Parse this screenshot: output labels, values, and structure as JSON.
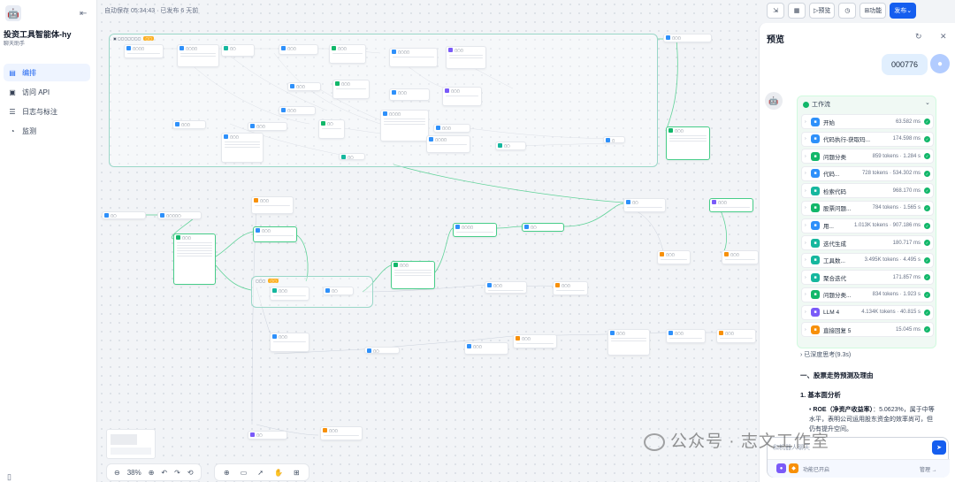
{
  "sidebar": {
    "app_name": "投资工具智能体-hy",
    "app_type": "聊天助手",
    "items": [
      {
        "label": "编排",
        "icon": "workflow-icon",
        "active": true
      },
      {
        "label": "访问 API",
        "icon": "api-icon",
        "active": false
      },
      {
        "label": "日志与标注",
        "icon": "logs-icon",
        "active": false
      },
      {
        "label": "监测",
        "icon": "monitor-icon",
        "active": false
      }
    ]
  },
  "canvas": {
    "autosave": "自动保存 05:34:43 · 已发布 6 天前",
    "zoom": "38%"
  },
  "topbar": {
    "preview_label": "预览",
    "features_label": "功能",
    "publish_label": "发布"
  },
  "preview": {
    "title": "预览",
    "user_message": "000776",
    "workflow_label": "工作流",
    "workflow_items": [
      {
        "name": "开始",
        "metric": "63.582 ms",
        "color": "#2e90fa",
        "icon": "start-icon"
      },
      {
        "name": "代码执行-获取玛...",
        "metric": "174.598 ms",
        "color": "#2e90fa",
        "icon": "code-icon"
      },
      {
        "name": "问题分类",
        "metric": "859 tokens · 1.284 s",
        "color": "#12b76a",
        "icon": "classifier-icon"
      },
      {
        "name": "代码...",
        "metric": "728 tokens · 534.302 ms",
        "color": "#2e90fa",
        "icon": "code-icon"
      },
      {
        "name": "检索代码",
        "metric": "968.170 ms",
        "color": "#15b79e",
        "icon": "retrieval-icon"
      },
      {
        "name": "股票问题...",
        "metric": "784 tokens · 1.565 s",
        "color": "#12b76a",
        "icon": "classifier-icon"
      },
      {
        "name": "用...",
        "metric": "1.013K tokens · 907.186 ms",
        "color": "#2e90fa",
        "icon": "code-icon"
      },
      {
        "name": "迭代生成",
        "metric": "180.717 ms",
        "color": "#15b79e",
        "icon": "iteration-icon"
      },
      {
        "name": "工具数...",
        "metric": "3.495K tokens · 4.495 s",
        "color": "#15b79e",
        "icon": "tool-icon"
      },
      {
        "name": "聚合迭代",
        "metric": "171.857 ms",
        "color": "#15b79e",
        "icon": "aggregate-icon"
      },
      {
        "name": "问题分类...",
        "metric": "834 tokens · 1.923 s",
        "color": "#12b76a",
        "icon": "classifier-icon"
      },
      {
        "name": "LLM 4",
        "metric": "4.134K tokens · 40.815 s",
        "color": "#7a5af8",
        "icon": "llm-icon"
      },
      {
        "name": "直接回复 5",
        "metric": "15.045 ms",
        "color": "#f79009",
        "icon": "answer-icon"
      }
    ],
    "think_label": "已深度思考(9.3s)",
    "answer_h1": "一、股票走势预测及理由",
    "answer_h2": "1. 基本面分析",
    "answer_bold": "ROE（净资产收益率）",
    "answer_text": "：5.0623%，属于中等水平，表明公司运用股东资金的效率尚可，但仍有提升空间。",
    "input_placeholder": "和机器人聊天",
    "feature_text": "功能已开启",
    "manage_text": "管理 →"
  },
  "watermark": "公众号 · 志文工作室"
}
